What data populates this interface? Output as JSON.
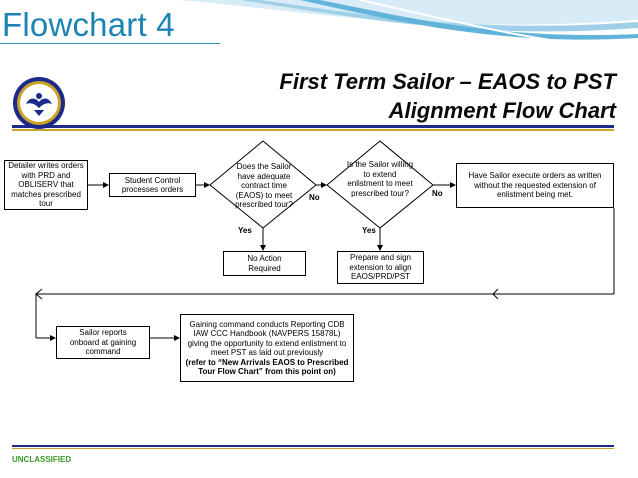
{
  "slide": {
    "title": "Flowchart 4"
  },
  "chart": {
    "title_line1": "First Term Sailor – EAOS to PST",
    "title_line2": "Alignment Flow Chart"
  },
  "nodes": {
    "detailer": "Detailer writes orders with PRD and OBLISERV that matches prescribed tour",
    "student_control": "Student Control processes orders",
    "decision1": "Does the Sailor have adequate contract time (EAOS) to meet prescribed tour?",
    "decision2": "Is the Sailor willing to extend enlistment to meet prescribed tour?",
    "execute_orders": "Have Sailor execute orders as written without the requested extension of enlistment being met.",
    "no_action": "No Action Required",
    "prepare_extension": "Prepare and sign extension to align EAOS/PRD/PST",
    "sailor_reports": "Sailor reports onboard at gaining command",
    "gaining_command": "Gaining command conducts Reporting CDB IAW CCC Handbook (NAVPERS 15878L) giving the opportunity to extend enlistment to meet PST as laid out previously",
    "gaining_command_bold": "(refer to “New Arrivals EAOS to Prescribed Tour Flow Chart” from this point on)"
  },
  "edge_labels": {
    "d1_no": "No",
    "d1_yes": "Yes",
    "d2_no": "No",
    "d2_yes": "Yes"
  },
  "footer": {
    "classification": "UNCLASSIFIED"
  },
  "colors": {
    "title_blue": "#1b84b5",
    "band_navy": "#1c2a8c",
    "band_gold": "#c9a227",
    "unclassified_green": "#3a9a2a"
  }
}
